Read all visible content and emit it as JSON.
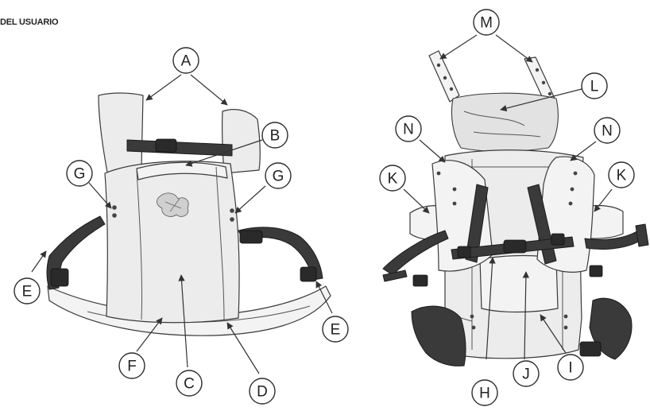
{
  "header": {
    "title": "DEL USUARIO"
  },
  "callouts": {
    "A": "A",
    "B": "B",
    "C": "C",
    "D": "D",
    "E": "E",
    "F": "F",
    "G": "G",
    "H": "H",
    "I": "I",
    "J": "J",
    "K": "K",
    "L": "L",
    "M": "M",
    "N": "N"
  }
}
